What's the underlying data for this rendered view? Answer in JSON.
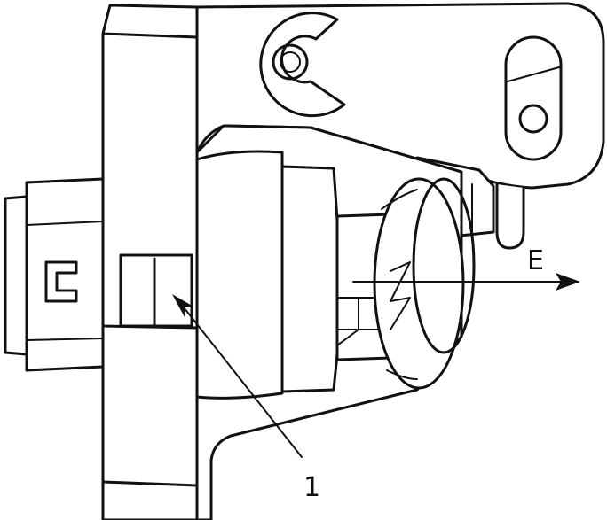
{
  "labels": {
    "arrow_e": "E",
    "callout_1": "1",
    "stamp_c": "C"
  },
  "colors": {
    "stroke": "#111111",
    "background": "#ffffff"
  }
}
